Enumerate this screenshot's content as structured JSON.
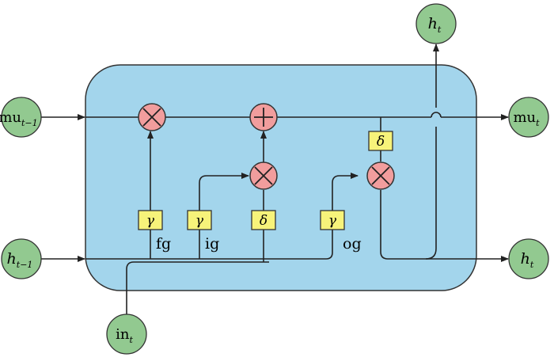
{
  "nodes": {
    "mu_prev": {
      "base": "mu",
      "sub": "t−1"
    },
    "h_prev": {
      "base": "h",
      "sub": "t−1"
    },
    "in_t": {
      "base": "in",
      "sub": "t"
    },
    "mu_t": {
      "base": "mu",
      "sub": "t"
    },
    "h_t_top": {
      "base": "h",
      "sub": "t"
    },
    "h_t_right": {
      "base": "h",
      "sub": "t"
    }
  },
  "gates": {
    "fg_box": "γ",
    "ig_box": "γ",
    "cand_box": "δ",
    "og_box": "γ",
    "out_box": "δ"
  },
  "gate_labels": {
    "fg": "fg",
    "ig": "ig",
    "og": "og"
  },
  "ops": {
    "mult": "multiply-operator",
    "add": "add-operator"
  },
  "colors": {
    "cell_fill": "#a3d5ec",
    "node_fill": "#92c990",
    "op_fill": "#f19d9d",
    "gate_fill": "#f7f37a",
    "line": "#222222"
  }
}
